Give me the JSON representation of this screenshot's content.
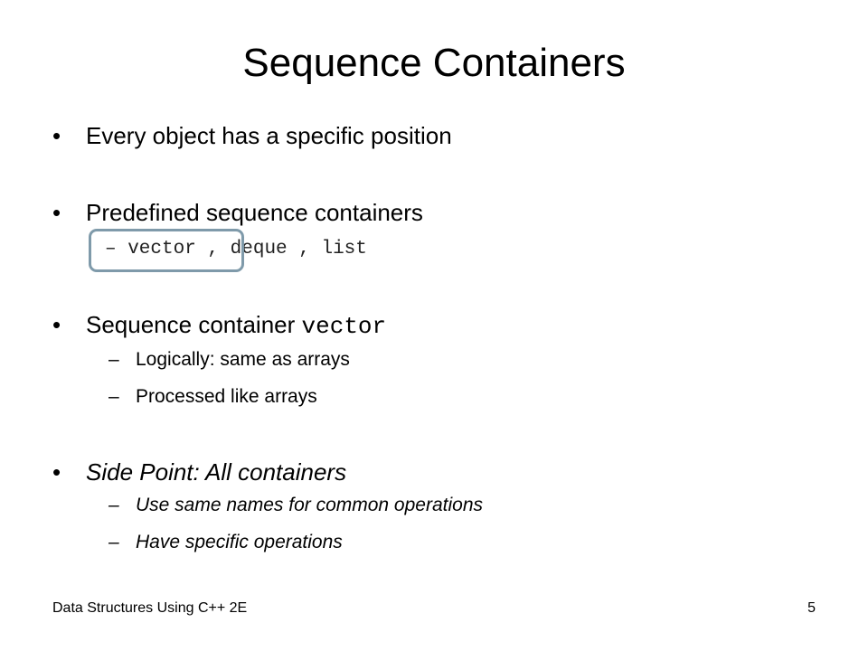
{
  "slide": {
    "title": "Sequence Containers",
    "bullet_char": "•",
    "dash_char": "–",
    "bullets": [
      {
        "text": "Every object has a specific position"
      },
      {
        "text": "Predefined sequence containers"
      },
      {
        "text": "Sequence container ",
        "code": "vector"
      },
      {
        "text": "Side Point: All containers"
      }
    ],
    "code_line": {
      "prefix": "– vector",
      "sep1": " , ",
      "item2": "deque",
      "sep2": " , ",
      "item3": "list"
    },
    "sub_items": {
      "vector": [
        "Logically: same as arrays",
        "Processed like arrays"
      ],
      "containers": [
        "Use same names for common operations",
        "Have specific operations"
      ]
    },
    "footer": {
      "left": "Data Structures Using C++ 2E",
      "page_number": "5"
    },
    "colors": {
      "highlight_border": "#7f9aaa"
    }
  }
}
